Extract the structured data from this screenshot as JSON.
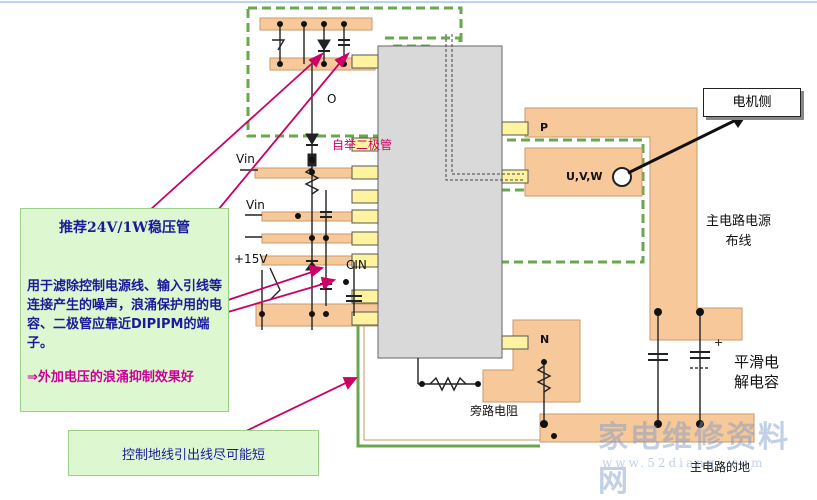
{
  "diagram": {
    "labels": {
      "o_terminal": "O",
      "bootstrap_diode": "自举二极管",
      "vin_1": "Vin",
      "vin_2": "Vin",
      "plus15v": "+15V",
      "cin": "CIN",
      "p_terminal": "P",
      "uvw_terminal": "U,V,W",
      "n_terminal": "N",
      "motor_side": "电机侧",
      "main_power_line": "主电路电源\n布线",
      "smoothing_cap": "平滑电\n解电容",
      "bypass_resistor": "旁路电阻",
      "main_ground": "主电路的地"
    },
    "note_box": {
      "title": "推荐24V/1W稳压管",
      "body": "用于滤除控制电源线、输入引线等连接产生的噪声，浪涌保护用的电容、二极管应靠近DIPIPM的端子。",
      "effect": "⇒外加电压的浪涌抑制效果好"
    },
    "ground_box": {
      "text": "控制地线引出线尽可能短"
    },
    "watermark": {
      "main": "家电维修资料网",
      "url": "www.52dianqi.com"
    },
    "colors": {
      "trace": "#f7c99a",
      "trace_border": "#c99a6a",
      "module": "#d9d9d9",
      "green_dash": "#6aa84f",
      "arrow_magenta": "#cc0066",
      "note_bg": "#ddf7d0"
    }
  }
}
